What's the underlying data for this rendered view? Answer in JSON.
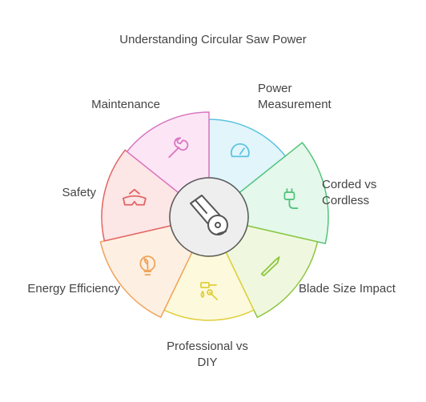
{
  "title": "Understanding Circular Saw Power",
  "center_icon": "circular-saw-icon",
  "segments": [
    {
      "label_line1": "Power",
      "label_line2": "Measurement",
      "icon": "gauge-icon",
      "fill": "#e2f5fb",
      "stroke": "#5bc4e0"
    },
    {
      "label_line1": "Corded vs",
      "label_line2": "Cordless",
      "icon": "plug-icon",
      "fill": "#e5f8ec",
      "stroke": "#52c47a"
    },
    {
      "label_line1": "Blade Size Impact",
      "label_line2": "",
      "icon": "blade-icon",
      "fill": "#eff8df",
      "stroke": "#8cc63e"
    },
    {
      "label_line1": "Professional vs",
      "label_line2": "DIY",
      "icon": "tools-icon",
      "fill": "#fdf9dd",
      "stroke": "#e0cf3a"
    },
    {
      "label_line1": "Energy Efficiency",
      "label_line2": "",
      "icon": "leaf-bulb-icon",
      "fill": "#fdf0e3",
      "stroke": "#f0a35a"
    },
    {
      "label_line1": "Safety",
      "label_line2": "",
      "icon": "safety-goggles-icon",
      "fill": "#fde6e6",
      "stroke": "#e36464"
    },
    {
      "label_line1": "Maintenance",
      "label_line2": "",
      "icon": "wrench-icon",
      "fill": "#fce6f5",
      "stroke": "#d977c2"
    }
  ]
}
